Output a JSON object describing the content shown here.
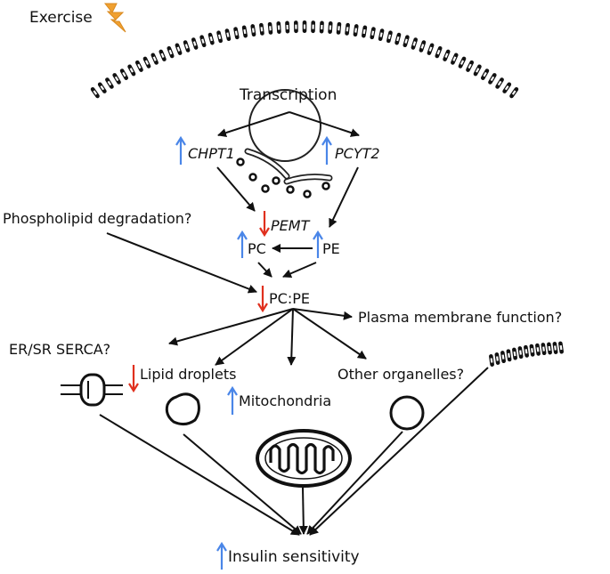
{
  "labels": {
    "exercise": "Exercise",
    "transcription": "Transcription",
    "chpt1": "CHPT1",
    "pcyt2": "PCYT2",
    "phospholipid_degradation": "Phospholipid degradation?",
    "pemt": "PEMT",
    "pc": "PC",
    "pe": "PE",
    "pc_pe": "PC:PE",
    "plasma_membrane": "Plasma membrane function?",
    "er_sr_serca": "ER/SR SERCA?",
    "lipid_droplets": "Lipid droplets",
    "mitochondria": "Mitochondria",
    "other_organelles": "Other organelles?",
    "insulin_sensitivity": "Insulin sensitivity"
  },
  "colors": {
    "up_arrow": "#4a86e8",
    "down_arrow": "#e0301e",
    "lightning": "#f0a030",
    "ink": "#111111"
  },
  "icons": [
    "lightning-icon",
    "membrane-bilayer",
    "nucleus-circle",
    "er-tubule",
    "vesicle",
    "serca-pump-icon",
    "lipid-droplet-icon",
    "mitochondrion-icon",
    "organelle-icon",
    "up-arrow-icon",
    "down-arrow-icon"
  ]
}
